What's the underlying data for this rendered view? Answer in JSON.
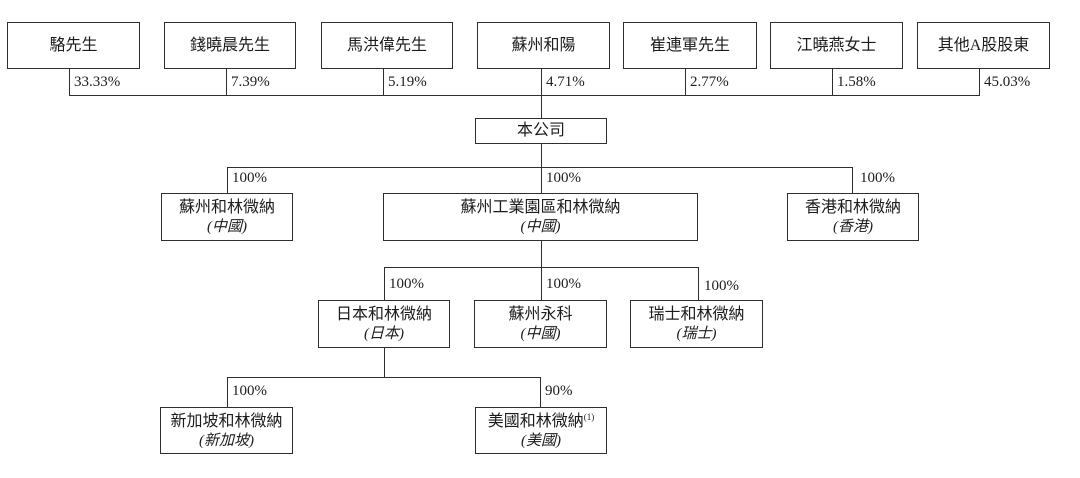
{
  "diagram": {
    "title_implicit": "shareholding-structure",
    "colors": {
      "background": "#ffffff",
      "line": "#2e2e2e",
      "text": "#1c1c1c"
    },
    "company": {
      "name": "本公司"
    },
    "shareholders": [
      {
        "name": "駱先生",
        "pct": "33.33%"
      },
      {
        "name": "錢曉晨先生",
        "pct": "7.39%"
      },
      {
        "name": "馬洪偉先生",
        "pct": "5.19%"
      },
      {
        "name": "蘇州和陽",
        "pct": "4.71%"
      },
      {
        "name": "崔連軍先生",
        "pct": "2.77%"
      },
      {
        "name": "江曉燕女士",
        "pct": "1.58%"
      },
      {
        "name": "其他A股股東",
        "pct": "45.03%"
      }
    ],
    "level2": [
      {
        "name": "蘇州和林微納",
        "jurisdiction": "(中國)",
        "pct": "100%"
      },
      {
        "name": "蘇州工業園區和林微納",
        "jurisdiction": "(中國)",
        "pct": "100%"
      },
      {
        "name": "香港和林微納",
        "jurisdiction": "(香港)",
        "pct": "100%"
      }
    ],
    "level3": [
      {
        "name": "日本和林微納",
        "jurisdiction": "(日本)",
        "pct": "100%"
      },
      {
        "name": "蘇州永科",
        "jurisdiction": "(中國)",
        "pct": "100%"
      },
      {
        "name": "瑞士和林微納",
        "jurisdiction": "(瑞士)",
        "pct": "100%"
      }
    ],
    "level4": [
      {
        "name": "新加坡和林微納",
        "jurisdiction": "(新加坡)",
        "pct": "100%"
      },
      {
        "name": "美國和林微納",
        "footnote": "(1)",
        "jurisdiction": "(美國)",
        "pct": "90%"
      }
    ]
  }
}
